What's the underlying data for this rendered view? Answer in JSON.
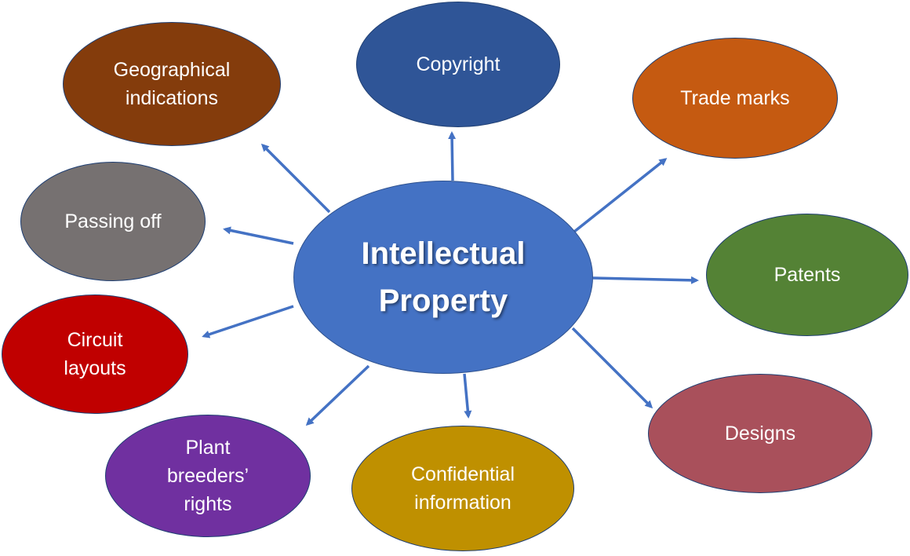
{
  "center": {
    "label": "Intellectual\nProperty",
    "color": "#4472c4"
  },
  "nodes": [
    {
      "id": "geographical-indications",
      "label": "Geographical\nindications",
      "color": "#843c0c"
    },
    {
      "id": "copyright",
      "label": "Copyright",
      "color": "#2f5597"
    },
    {
      "id": "trade-marks",
      "label": "Trade marks",
      "color": "#c55a11"
    },
    {
      "id": "passing-off",
      "label": "Passing off",
      "color": "#767171"
    },
    {
      "id": "patents",
      "label": "Patents",
      "color": "#548235"
    },
    {
      "id": "circuit-layouts",
      "label": "Circuit\nlayouts",
      "color": "#c00000"
    },
    {
      "id": "designs",
      "label": "Designs",
      "color": "#a9505b"
    },
    {
      "id": "plant-breeders-rights",
      "label": "Plant\nbreeders’\nrights",
      "color": "#7030a0"
    },
    {
      "id": "confidential-information",
      "label": "Confidential\ninformation",
      "color": "#bf9000"
    }
  ],
  "arrow_color": "#4472c4"
}
